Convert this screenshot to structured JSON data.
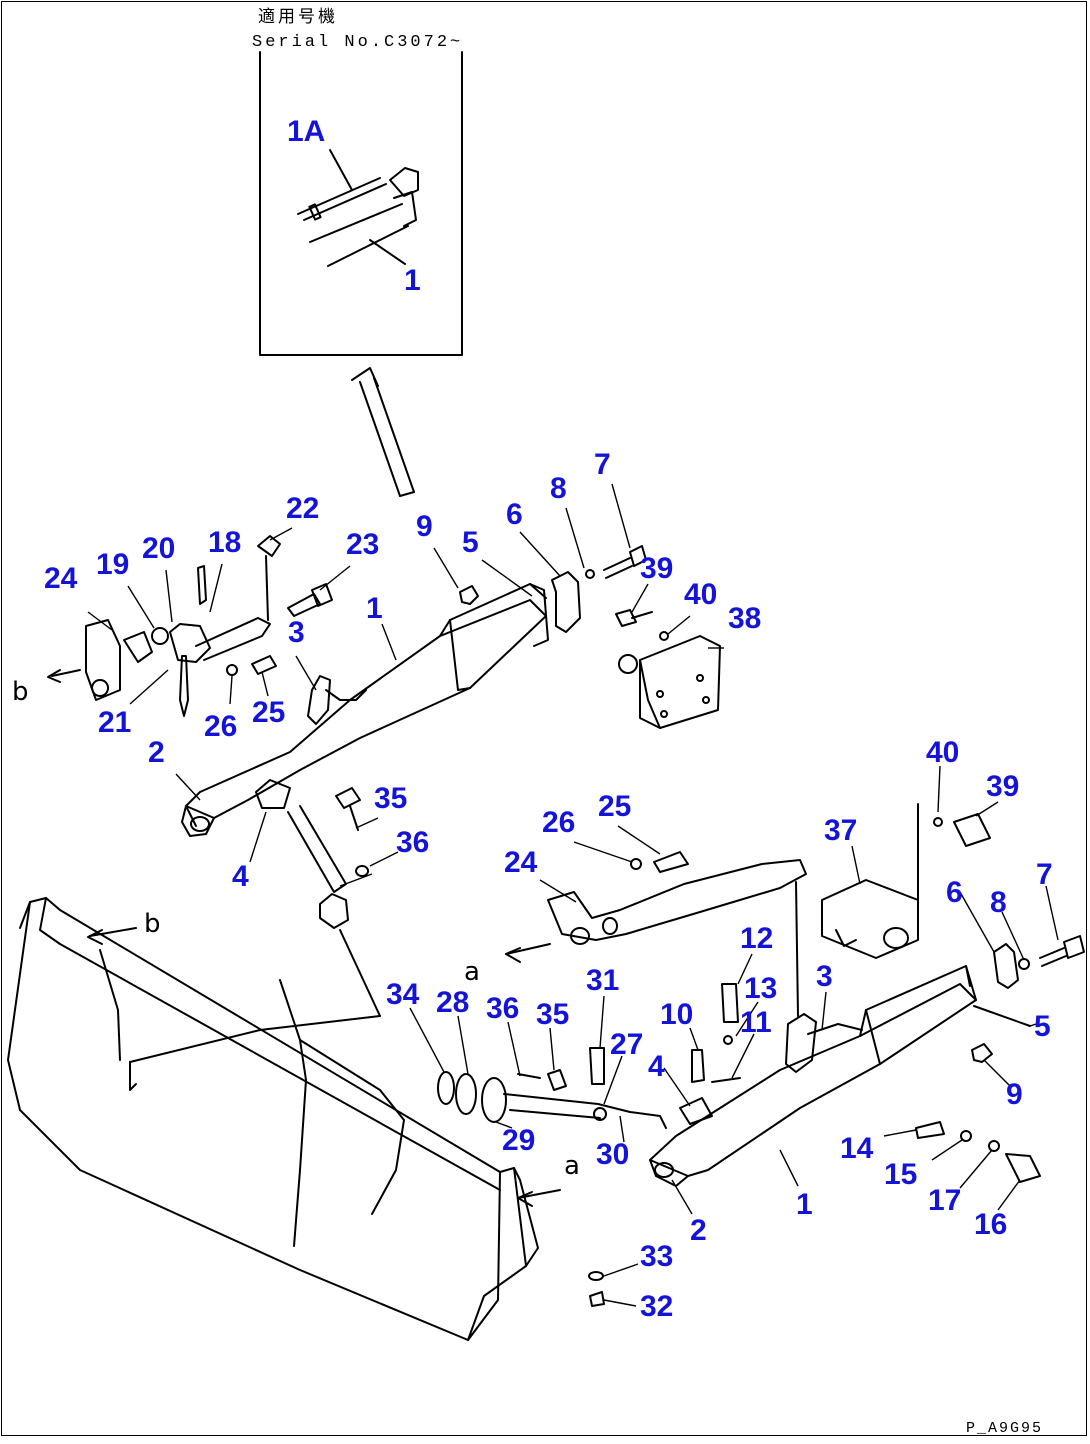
{
  "inset": {
    "heading_jp": "適用号機",
    "serial": "Serial No.C3072~"
  },
  "view_labels": {
    "a": "a",
    "b": "b"
  },
  "figure_code": "P_A9G95",
  "callouts": {
    "c1A": "1A",
    "c1_inset": "1",
    "c22": "22",
    "c23": "23",
    "c24": "24",
    "c19": "19",
    "c20": "20",
    "c18": "18",
    "c21": "21",
    "c26": "26",
    "c25": "25",
    "c2": "2",
    "c3": "3",
    "c1": "1",
    "c9": "9",
    "c5": "5",
    "c6": "6",
    "c8": "8",
    "c7": "7",
    "c39": "39",
    "c40": "40",
    "c38": "38",
    "c35": "35",
    "c36": "36",
    "c4": "4",
    "r40": "40",
    "r39": "39",
    "r37": "37",
    "r25": "25",
    "r26": "26",
    "r24": "24",
    "r12": "12",
    "r13": "13",
    "r11": "11",
    "r10": "10",
    "r31": "31",
    "r27": "27",
    "r35": "35",
    "r36": "36",
    "r28": "28",
    "r34": "34",
    "r29": "29",
    "r30": "30",
    "r4": "4",
    "r3": "3",
    "r6": "6",
    "r8": "8",
    "r7": "7",
    "r5": "5",
    "r9": "9",
    "r14": "14",
    "r15": "15",
    "r17": "17",
    "r16": "16",
    "r1": "1",
    "r2": "2",
    "r33": "33",
    "r32": "32"
  }
}
